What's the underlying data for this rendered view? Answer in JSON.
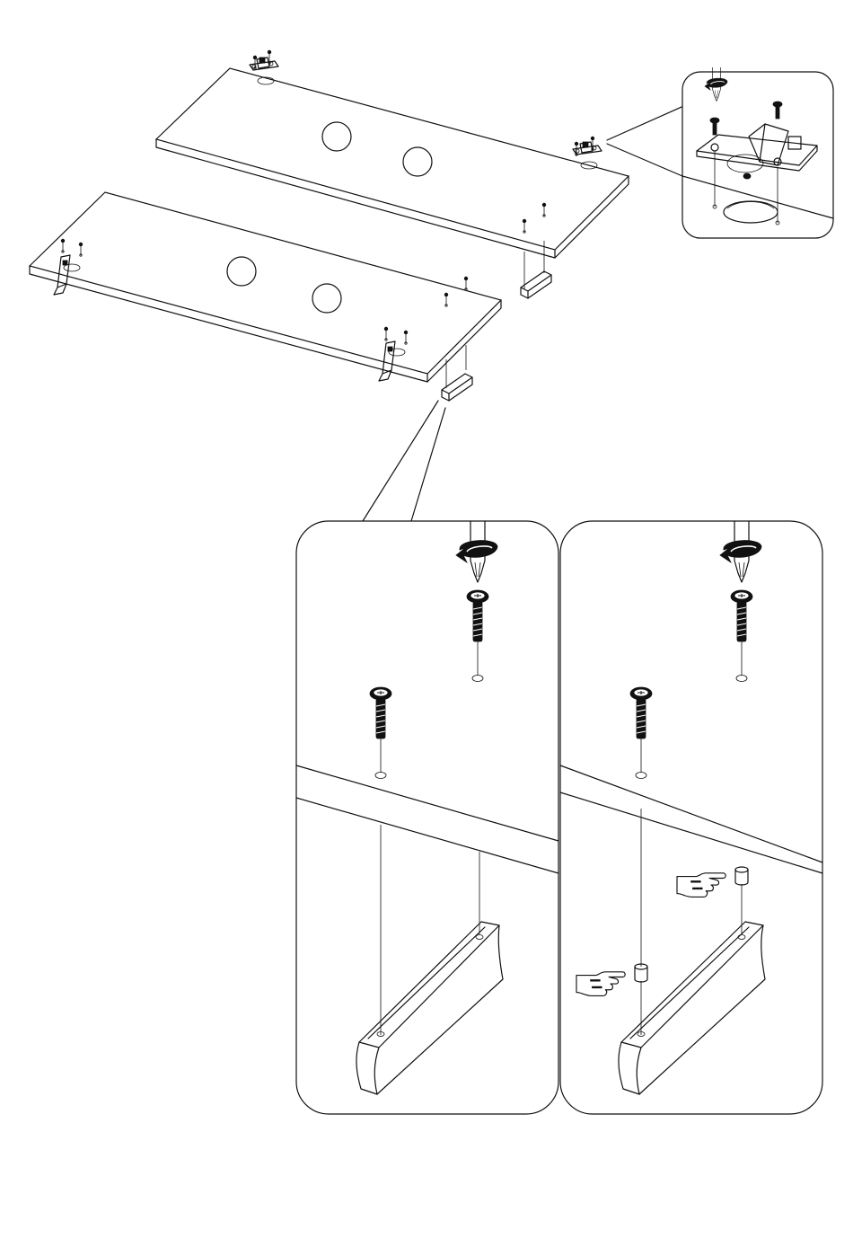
{
  "diagram": {
    "type": "assembly-instruction",
    "doors": 2,
    "hinges_per_door": 2,
    "feet_per_door": 1,
    "detail_views": [
      "hinge-mounting-detail",
      "foot-mounting-without-spacer",
      "foot-mounting-with-spacer"
    ],
    "icons": [
      "screwdriver-icon",
      "screw-icon",
      "hinge-icon",
      "door-foot-icon",
      "spacer-icon",
      "pointing-hand-icon"
    ],
    "colors": {
      "line": "#111111",
      "background": "#ffffff"
    }
  }
}
